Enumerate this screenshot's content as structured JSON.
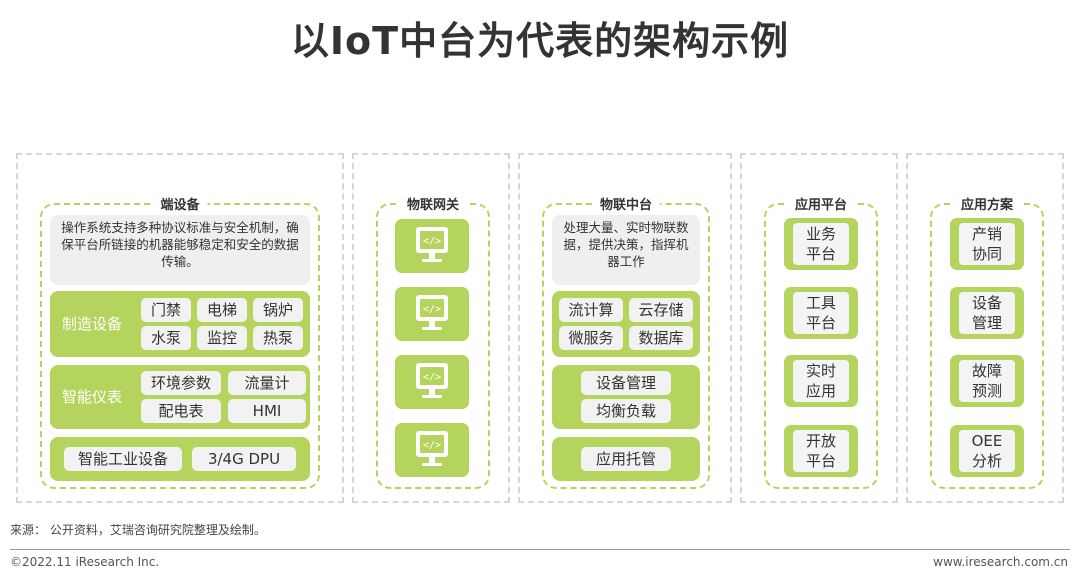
{
  "title": "以IoT中台为代表的架构示例",
  "columns": {
    "device": {
      "title": "端设备",
      "desc": "操作系统支持多种协议标准与安全机制，确保平台所链接的机器能够稳定和安全的数据传输。",
      "manufacturing": {
        "label": "制造设备",
        "items": [
          "门禁",
          "电梯",
          "锅炉",
          "水泵",
          "监控",
          "热泵"
        ]
      },
      "meter": {
        "label": "智能仪表",
        "items": [
          "环境参数",
          "流量计",
          "配电表",
          "HMI"
        ]
      },
      "industrial": {
        "items": [
          "智能工业设备",
          "3/4G DPU"
        ]
      }
    },
    "gateway": {
      "title": "物联网关",
      "icon_count": 4
    },
    "middle": {
      "title": "物联中台",
      "desc": "处理大量、实时物联数据，提供决策，指挥机器工作",
      "group1": [
        "流计算",
        "云存储",
        "微服务",
        "数据库"
      ],
      "group2": [
        "设备管理",
        "均衡负载"
      ],
      "group3": [
        "应用托管"
      ]
    },
    "platform": {
      "title": "应用平台",
      "tiles": [
        [
          "业务",
          "平台"
        ],
        [
          "工具",
          "平台"
        ],
        [
          "实时",
          "应用"
        ],
        [
          "开放",
          "平台"
        ]
      ]
    },
    "solution": {
      "title": "应用方案",
      "tiles": [
        [
          "产销",
          "协同"
        ],
        [
          "设备",
          "管理"
        ],
        [
          "故障",
          "预测"
        ],
        [
          "OEE",
          "分析"
        ]
      ]
    }
  },
  "footer": {
    "source": "来源：  公开资料，艾瑞咨询研究院整理及绘制。",
    "copyright": "©2022.11 iResearch Inc.",
    "website": "www.iresearch.com.cn"
  },
  "colors": {
    "accent": "#b5d45e",
    "pill_bg": "#f2f2f2",
    "desc_bg": "#efefef",
    "dashed_outer": "#d6d6d6"
  }
}
